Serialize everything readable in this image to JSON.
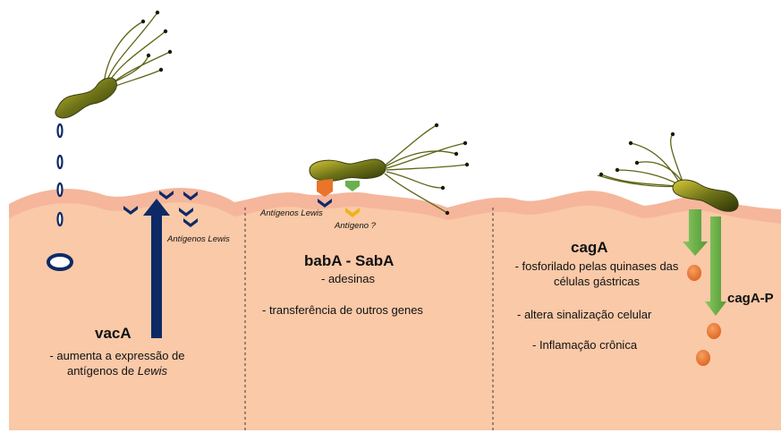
{
  "colors": {
    "tissue": "#f9c9a8",
    "tissue_top": "#f7b59c",
    "navy": "#0d2a66",
    "orange": "#e8752a",
    "green": "#6ab04c",
    "yellow": "#f2b21a",
    "bacteria": "#7c7a20"
  },
  "panel1": {
    "title": "vacA",
    "line1": "- aumenta  a expressão de",
    "line2_prefix": "antígenos de ",
    "line2_italic": "Lewis",
    "antigen_label": "Antígenos Lewis"
  },
  "panel2": {
    "title": "babA - SabA",
    "line1": "- adesinas",
    "line2": "- transferência de outros genes",
    "antigen_label": "Antígenos Lewis",
    "antigen_q_label": "Antígeno ?"
  },
  "panel3": {
    "title": "cagA",
    "line1": "- fosforilado pelas quinases  das",
    "line2": "células gástricas",
    "line3": "- altera sinalização celular",
    "line4": "- Inflamação crônica",
    "side_label": "cagA-P"
  }
}
